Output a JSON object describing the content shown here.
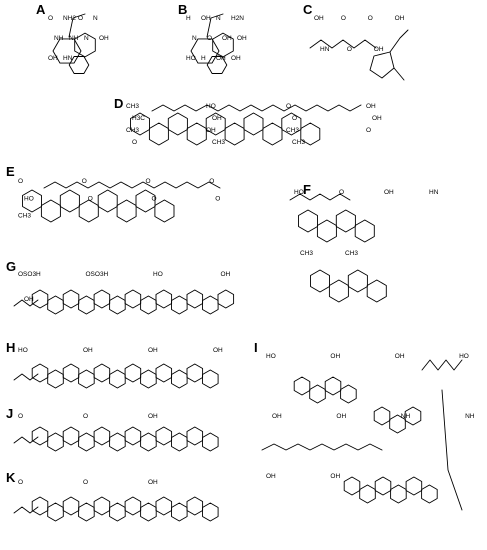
{
  "panels": [
    {
      "label": "A",
      "atoms": [
        "O",
        "NH2",
        "O",
        "N",
        "NH",
        "NH",
        "N",
        "OH",
        "OH",
        "HN"
      ]
    },
    {
      "label": "B",
      "atoms": [
        "H",
        "OH",
        "N",
        "H2N",
        "N",
        "O",
        "OH",
        "OH",
        "HO",
        "H",
        "OH",
        "OH"
      ]
    },
    {
      "label": "C",
      "atoms": [
        "OH",
        "O",
        "O",
        "OH",
        "HN",
        "O",
        "OH"
      ]
    },
    {
      "label": "D",
      "atoms": [
        "CH3",
        "HO",
        "O",
        "OH",
        "H3C",
        "OH",
        "O",
        "OH",
        "CH3",
        "OH",
        "CH3",
        "O",
        "O",
        "CH3",
        "CH3"
      ]
    },
    {
      "label": "E",
      "atoms": [
        "O",
        "O",
        "O",
        "O",
        "HO",
        "O",
        "O",
        "O",
        "CH3"
      ]
    },
    {
      "label": "F",
      "atoms": [
        "HO",
        "O",
        "OH",
        "HN",
        "CH3",
        "CH3"
      ]
    },
    {
      "label": "G",
      "atoms": [
        "OSO3H",
        "OSO3H",
        "HO",
        "OH",
        "OH"
      ]
    },
    {
      "label": "H",
      "atoms": [
        "HO",
        "OH",
        "OH",
        "OH"
      ]
    },
    {
      "label": "I",
      "atoms": [
        "HO",
        "OH",
        "OH",
        "HO",
        "OH",
        "OH",
        "NH",
        "NH",
        "OH",
        "OH"
      ]
    },
    {
      "label": "J",
      "atoms": [
        "O",
        "O",
        "OH"
      ]
    },
    {
      "label": "K",
      "atoms": [
        "O",
        "O",
        "OH"
      ]
    }
  ]
}
